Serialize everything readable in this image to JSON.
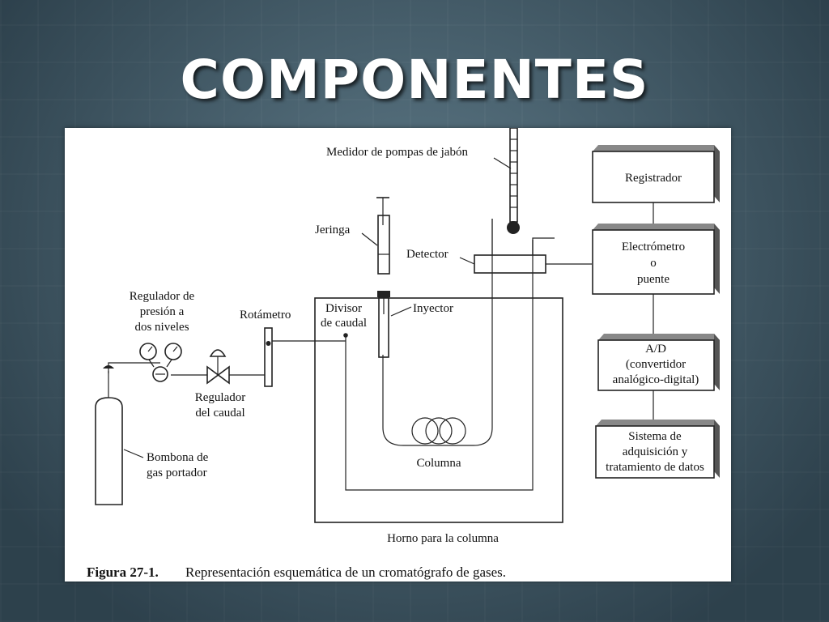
{
  "slide": {
    "title": "COMPONENTES"
  },
  "figure": {
    "labels": {
      "bubble_meter": "Medidor de pompas de jabón",
      "syringe": "Jeringa",
      "detector": "Detector",
      "injector": "Inyector",
      "splitter_1": "Divisor",
      "splitter_2": "de caudal",
      "rotameter": "Rotámetro",
      "pressure_reg_1": "Regulador de",
      "pressure_reg_2": "presión a",
      "pressure_reg_3": "dos niveles",
      "flow_reg_1": "Regulador",
      "flow_reg_2": "del caudal",
      "cylinder_1": "Bombona de",
      "cylinder_2": "gas portador",
      "column": "Columna",
      "oven": "Horno para la columna"
    },
    "boxes": {
      "recorder": "Registrador",
      "electrometer_1": "Electrómetro",
      "electrometer_2": "o",
      "electrometer_3": "puente",
      "ad_1": "A/D",
      "ad_2": "(convertidor",
      "ad_3": "analógico-digital)",
      "daq_1": "Sistema de",
      "daq_2": "adquisición y",
      "daq_3": "tratamiento de datos"
    },
    "caption": {
      "number": "Figura 27-1.",
      "text": "Representación esquemática de un cromatógrafo de gases."
    }
  }
}
